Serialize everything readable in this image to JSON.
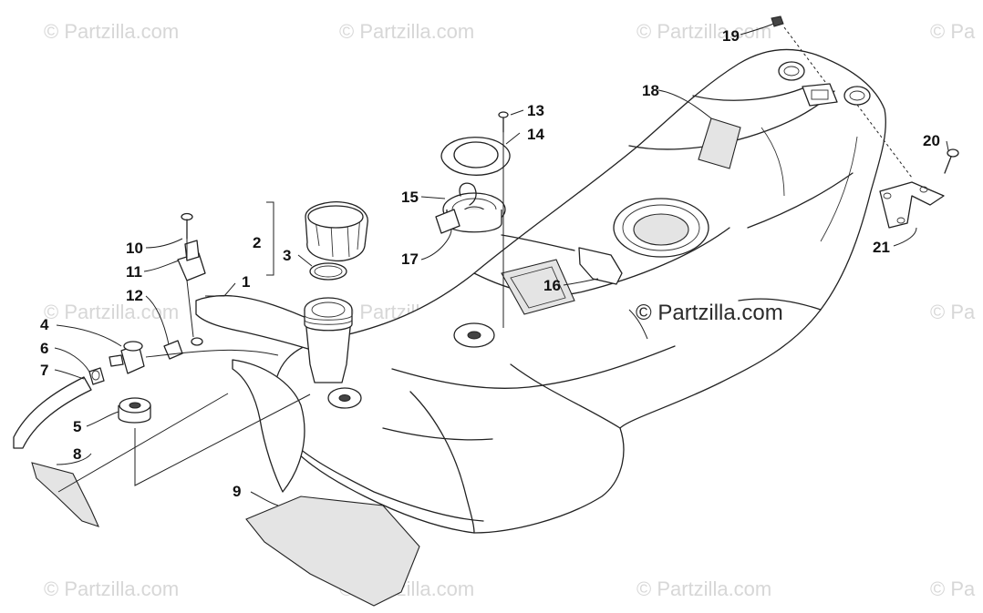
{
  "watermark": {
    "text": "© Partzilla.com",
    "edge_text": "© Pa"
  },
  "callouts": [
    "1",
    "2",
    "3",
    "4",
    "5",
    "6",
    "7",
    "8",
    "9",
    "10",
    "11",
    "12",
    "13",
    "14",
    "15",
    "16",
    "17",
    "18",
    "19",
    "20",
    "21"
  ]
}
